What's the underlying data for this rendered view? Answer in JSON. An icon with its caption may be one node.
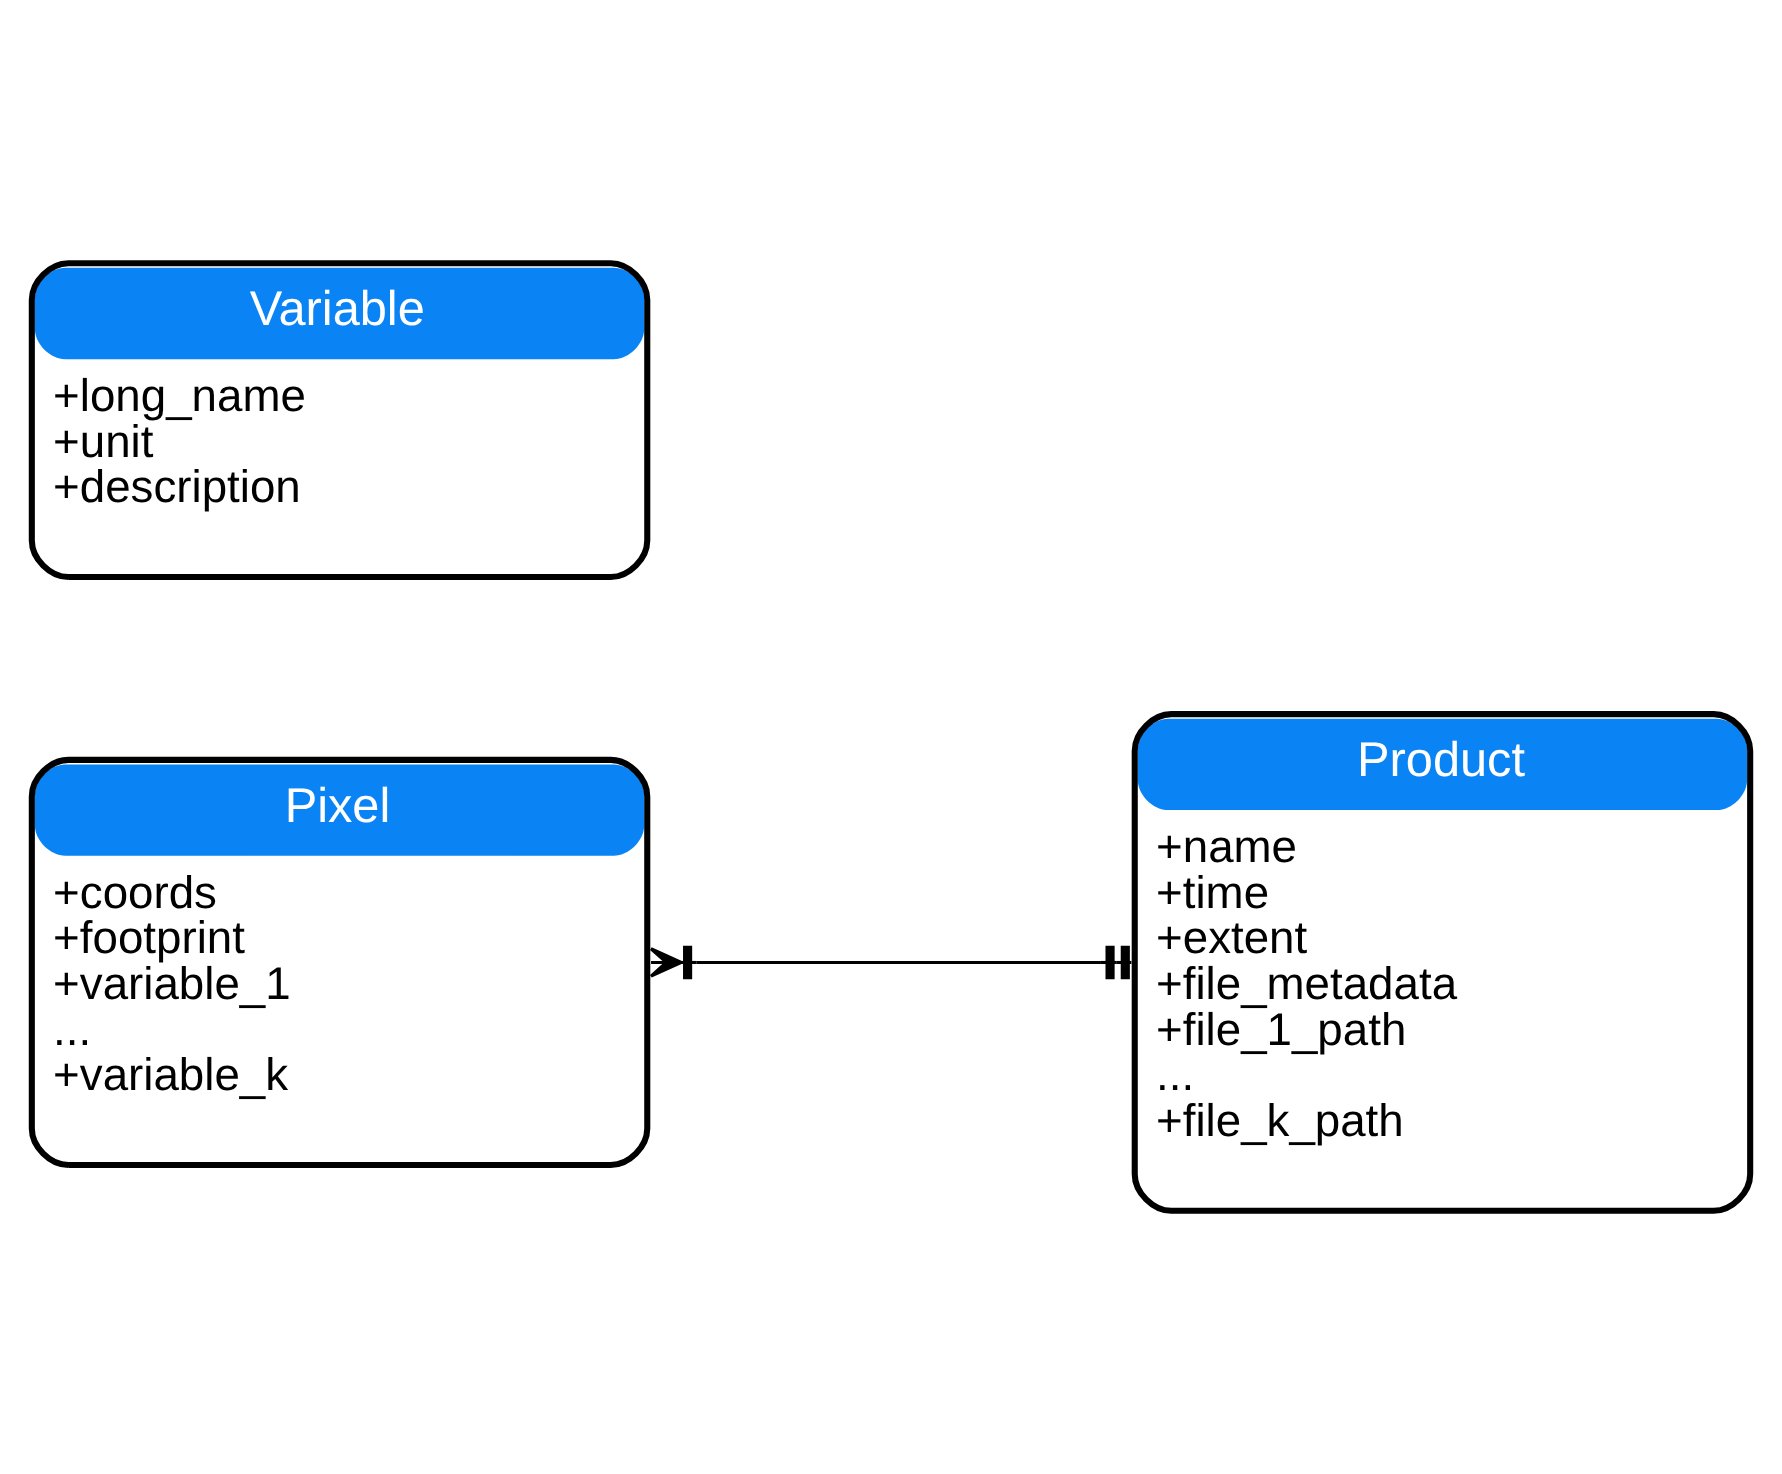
{
  "diagram": {
    "nodes": [
      {
        "text": [
          "Pixel",
          "+coords",
          "+footprint",
          "+variable_1",
          "...",
          "+variable_k"
        ]
      },
      {
        "text": [
          "Product",
          "+name",
          "+time",
          "+extent",
          "+file_metadata",
          "+file_1_path",
          "...",
          "+file_k_path"
        ]
      },
      {
        "text": [
          "Variable",
          "+long_name",
          "+unit",
          "+description"
        ]
      }
    ],
    "edges": [
      {
        "from": 0,
        "to": 1,
        "arrow": "other"
      }
    ]
  }
}
